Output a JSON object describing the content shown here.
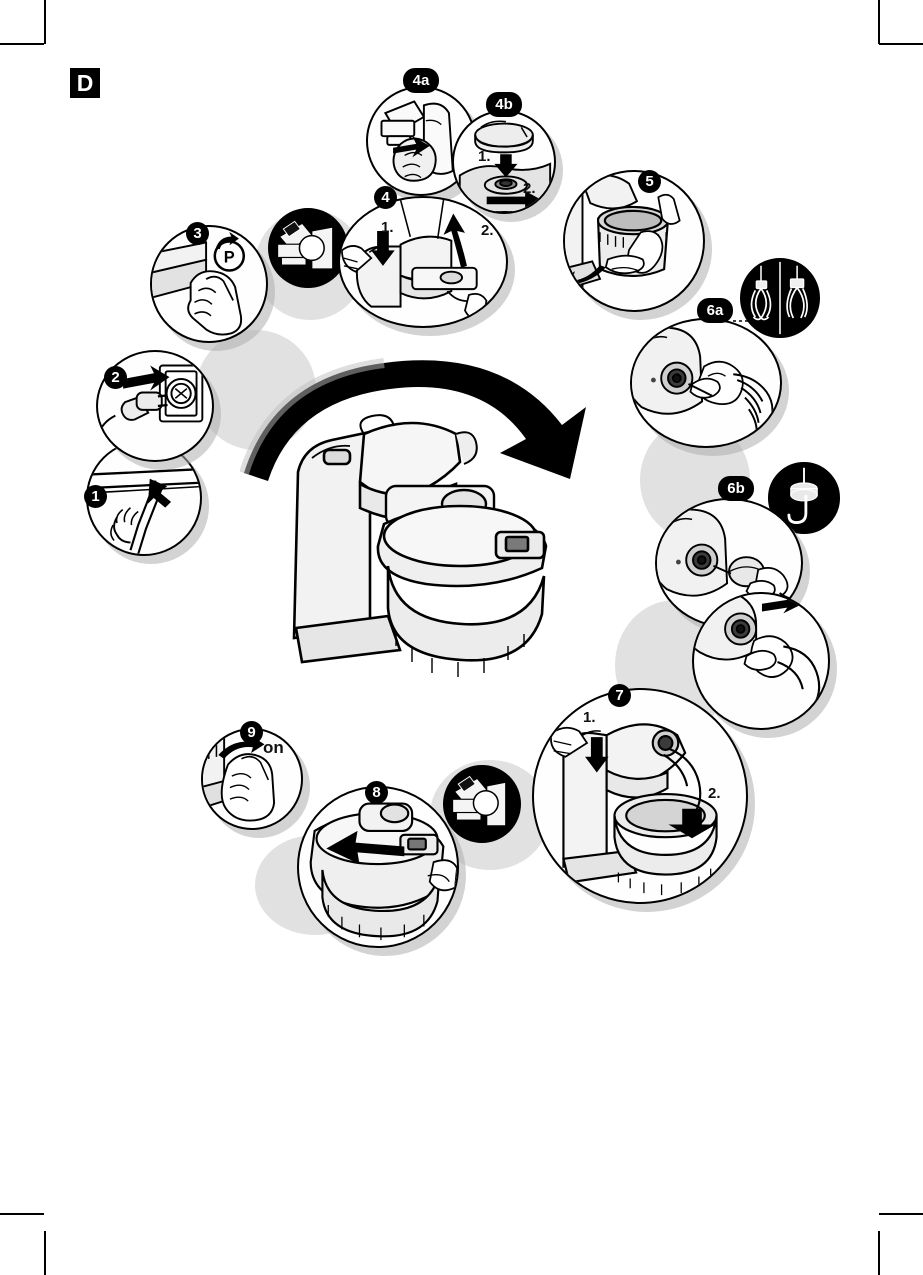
{
  "page": {
    "section_label": "D",
    "ink_color": "#000000",
    "shadow_color": "#c9c9c9",
    "paper_color": "#ffffff"
  },
  "crop_marks": {
    "present": true,
    "count": 8
  },
  "diagram": {
    "title": "Stand mixer assembly and operation sequence",
    "layout": "circular-flow",
    "center": {
      "name": "assembled-stand-mixer",
      "arrow": "clockwise-curved-arrow"
    },
    "steps": [
      {
        "id": "1",
        "badge": "1",
        "badge_shape": "round",
        "caption": "Unwind power cord from cord storage",
        "sublabels": []
      },
      {
        "id": "2",
        "badge": "2",
        "badge_shape": "round",
        "caption": "Insert mains plug into wall socket",
        "sublabels": []
      },
      {
        "id": "3",
        "badge": "3",
        "badge_shape": "round",
        "caption": "Set rotary switch to position P (pulse)",
        "sublabels": [],
        "marking": "P"
      },
      {
        "id": "4",
        "badge": "4",
        "badge_shape": "round",
        "caption": "Press release button and fit the bowl drive",
        "sublabels": [
          "1.",
          "2."
        ]
      },
      {
        "id": "4a",
        "badge": "4a",
        "badge_shape": "pill",
        "caption": "Detail: release catch on the swivel arm",
        "sublabels": []
      },
      {
        "id": "4b",
        "badge": "4b",
        "badge_shape": "pill",
        "caption": "Detail: lower drive cover, then turn to lock",
        "sublabels": [
          "1.",
          "2."
        ]
      },
      {
        "id": "5",
        "badge": "5",
        "badge_shape": "round",
        "caption": "Place mixing bowl onto the base and turn to lock",
        "sublabels": []
      },
      {
        "id": "6a",
        "badge": "6a",
        "badge_shape": "pill",
        "caption": "Insert stirring whisk or beater into the drive",
        "sublabels": [],
        "inset": "whisk-and-beater-tools"
      },
      {
        "id": "6b",
        "badge": "6b",
        "badge_shape": "pill",
        "caption": "Insert kneading hook into the drive",
        "sublabels": [],
        "inset": "dough-hook-tool"
      },
      {
        "id": "7",
        "badge": "7",
        "badge_shape": "round",
        "caption": "Press release button and lower swivel arm into bowl",
        "sublabels": [
          "1.",
          "2."
        ]
      },
      {
        "id": "8",
        "badge": "8",
        "badge_shape": "round",
        "caption": "Slide the lid onto the bowl until it engages",
        "sublabels": []
      },
      {
        "id": "9",
        "badge": "9",
        "badge_shape": "round",
        "caption": "Turn rotary switch to on",
        "sublabels": [
          "on"
        ],
        "marking": "on"
      }
    ],
    "dark_insets": [
      {
        "id": "inset-latch-left",
        "caption": "Negative detail: swivel-arm release catch"
      },
      {
        "id": "inset-latch-bottom",
        "caption": "Negative detail: swivel-arm release catch"
      },
      {
        "id": "inset-tools-6a",
        "caption": "Negative detail: whisk and beater"
      },
      {
        "id": "inset-hook-6b",
        "caption": "Negative detail: kneading hook"
      }
    ]
  }
}
